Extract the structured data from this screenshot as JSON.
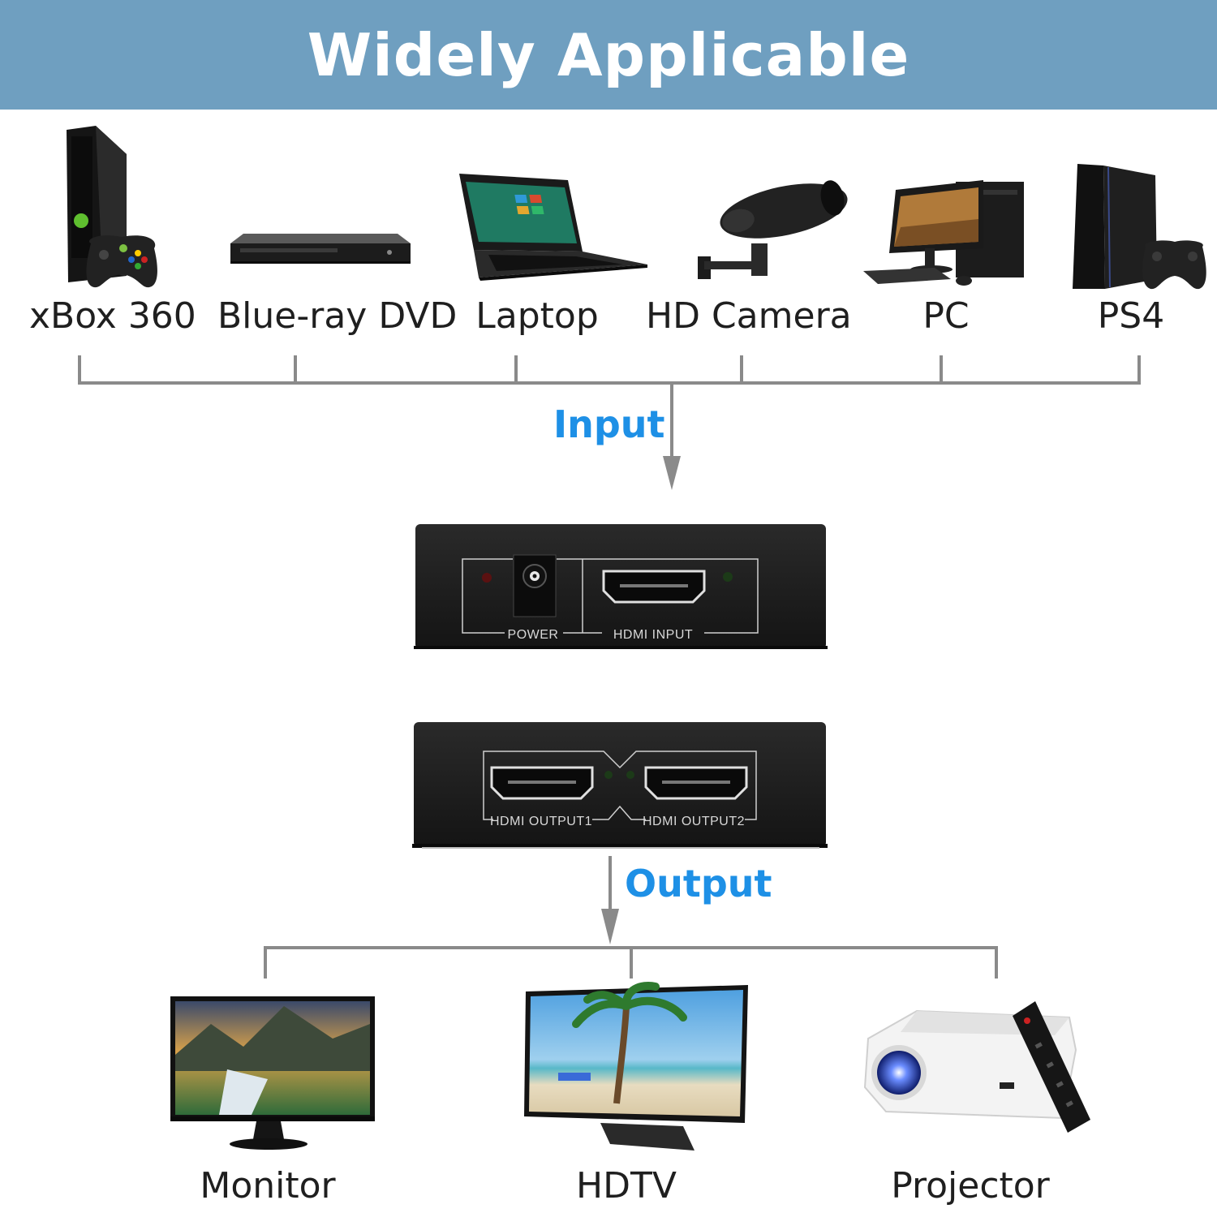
{
  "header": {
    "title": "Widely Applicable"
  },
  "inputs": [
    {
      "label": "xBox 360",
      "icon": "xbox-360-icon"
    },
    {
      "label": "Blue-ray DVD",
      "icon": "bluray-player-icon"
    },
    {
      "label": "Laptop",
      "icon": "laptop-icon"
    },
    {
      "label": "HD Camera",
      "icon": "security-camera-icon"
    },
    {
      "label": "PC",
      "icon": "desktop-pc-icon"
    },
    {
      "label": "PS4",
      "icon": "ps4-console-icon"
    }
  ],
  "flow": {
    "input_label": "Input",
    "output_label": "Output"
  },
  "splitter": {
    "input_side": {
      "power_label": "POWER",
      "hdmi_input_label": "HDMI INPUT"
    },
    "output_side": {
      "output1_label": "HDMI OUTPUT1",
      "output2_label": "HDMI OUTPUT2"
    }
  },
  "outputs": [
    {
      "label": "Monitor",
      "icon": "monitor-icon"
    },
    {
      "label": "HDTV",
      "icon": "hdtv-icon"
    },
    {
      "label": "Projector",
      "icon": "projector-icon"
    }
  ],
  "colors": {
    "banner": "#6f9fc0",
    "flow_text": "#1e90e6",
    "line": "#8a8a8a",
    "device": "#1c1c1c"
  }
}
